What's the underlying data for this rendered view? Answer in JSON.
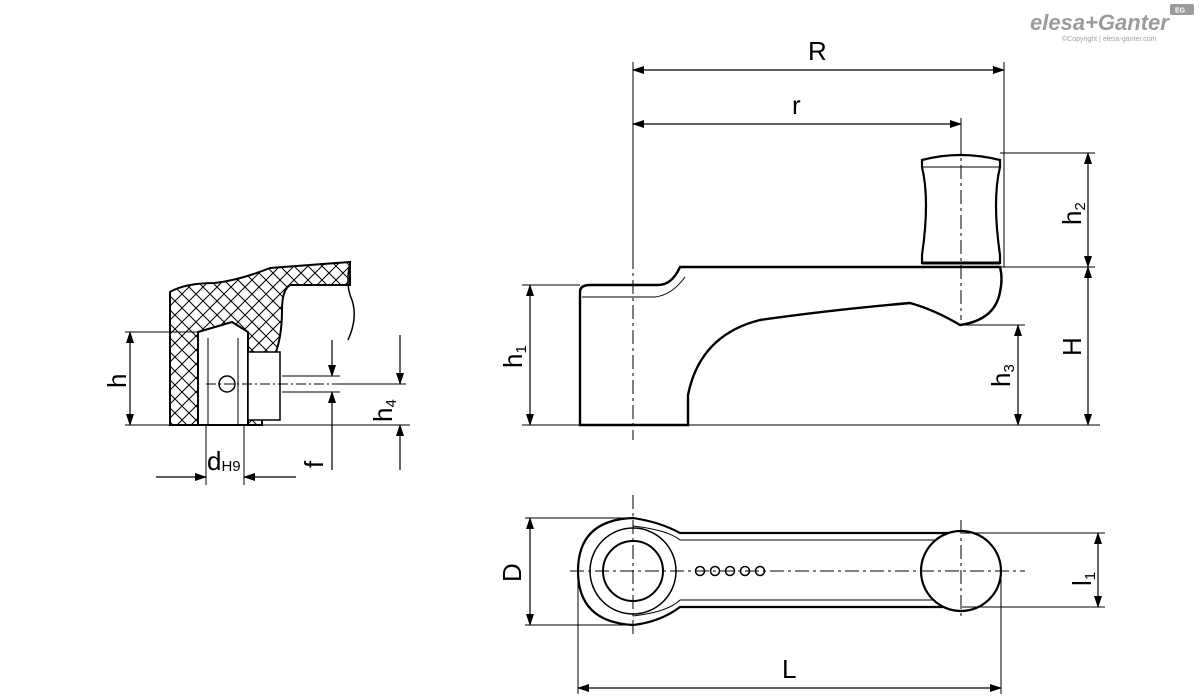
{
  "brand": {
    "logo_text": "elesa+Ganter",
    "badge": "EG",
    "copyright": "©Copyright | elesa-ganter.com"
  },
  "labels": {
    "R": "R",
    "r": "r",
    "h2": {
      "base": "h",
      "sub": "2"
    },
    "H": "H",
    "h1": {
      "base": "h",
      "sub": "1"
    },
    "h3": {
      "base": "h",
      "sub": "3"
    },
    "h": "h",
    "h4": {
      "base": "h",
      "sub": "4"
    },
    "f": "f",
    "dH9": {
      "base": "d",
      "sub": "H9"
    },
    "D": "D",
    "l1": {
      "base": "l",
      "sub": "1"
    },
    "L": "L"
  }
}
